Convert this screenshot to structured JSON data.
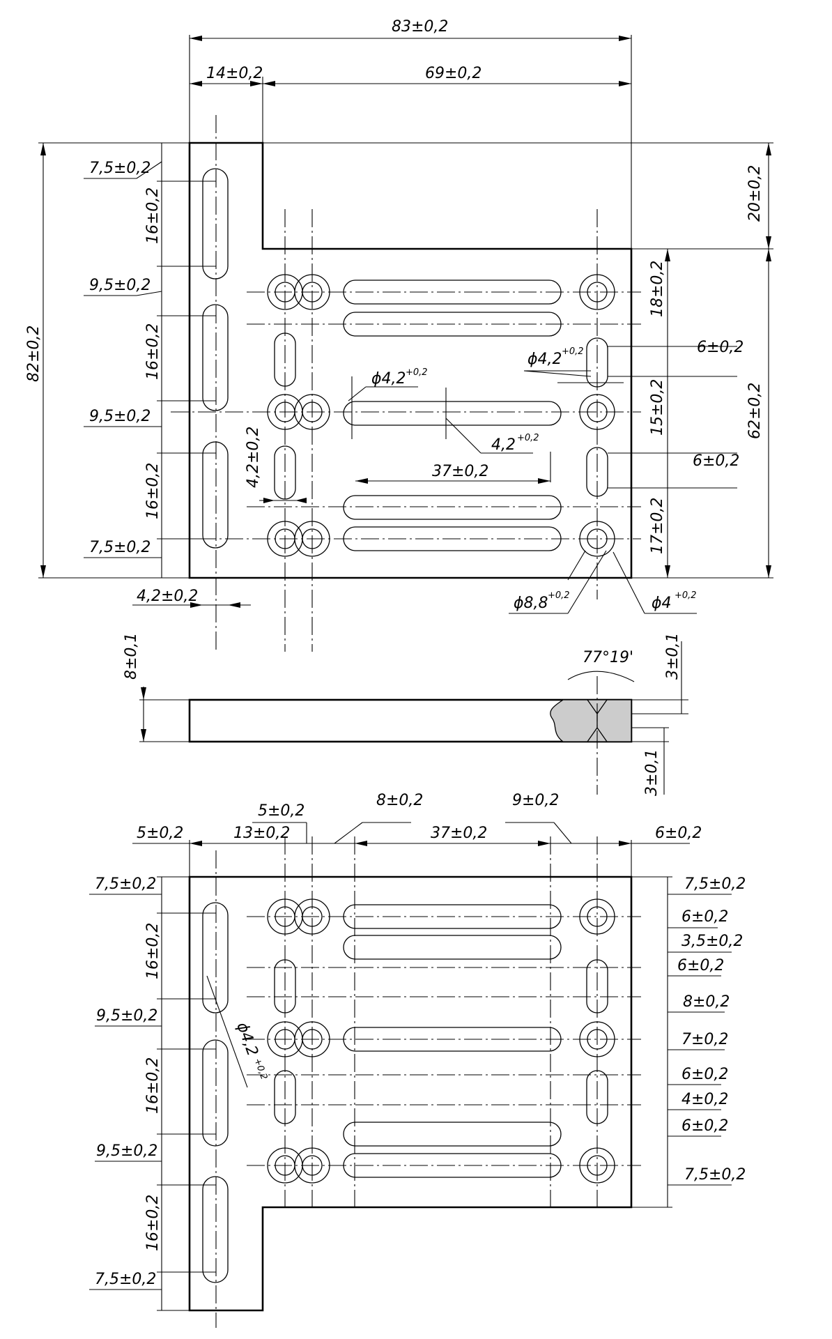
{
  "top": {
    "overall_width": "83±0,2",
    "left_width": "14±0,2",
    "right_width": "69±0,2",
    "overall_height": "82±0,2",
    "top_step": "20±0,2",
    "lower_height": "62±0,2",
    "left_col": [
      "7,5±0,2",
      "16±0,2",
      "9,5±0,2",
      "16±0,2",
      "9,5±0,2",
      "16±0,2",
      "7,5±0,2"
    ],
    "right_col": [
      "18±0,2",
      "6±0,2",
      "15±0,2",
      "6±0,2",
      "17±0,2"
    ],
    "slot_width_left": "4,2±0,2",
    "slot_width_mid": "4,2±0,2",
    "slot_length": "37±0,2",
    "slot_width": "4,2",
    "slot_width_tol": "+0,2",
    "slot_dia": "ϕ4,2",
    "slot_dia_tol": "+0,2",
    "right_slot_dia": "ϕ4,2",
    "right_slot_dia_tol": "+0,2",
    "hole_outer": "ϕ8,8",
    "hole_outer_tol": "+0,2",
    "hole_inner": "ϕ4",
    "hole_inner_tol": "+0,2"
  },
  "section": {
    "thickness": "8±0,1",
    "angle": "77°19'",
    "top_depth": "3±0,1",
    "bottom_depth": "3±0,1"
  },
  "bottom": {
    "top_row": [
      "5±0,2",
      "13±0,2",
      "5±0,2",
      "8±0,2",
      "37±0,2",
      "9±0,2",
      "6±0,2"
    ],
    "left_col": [
      "7,5±0,2",
      "16±0,2",
      "9,5±0,2",
      "16±0,2",
      "9,5±0,2",
      "16±0,2",
      "7,5±0,2"
    ],
    "right_col": [
      "7,5±0,2",
      "6±0,2",
      "3,5±0,2",
      "6±0,2",
      "8±0,2",
      "7±0,2",
      "6±0,2",
      "4±0,2",
      "6±0,2",
      "7,5±0,2"
    ],
    "slot_dia": "ϕ4,2",
    "slot_dia_tol": "+0,2"
  }
}
